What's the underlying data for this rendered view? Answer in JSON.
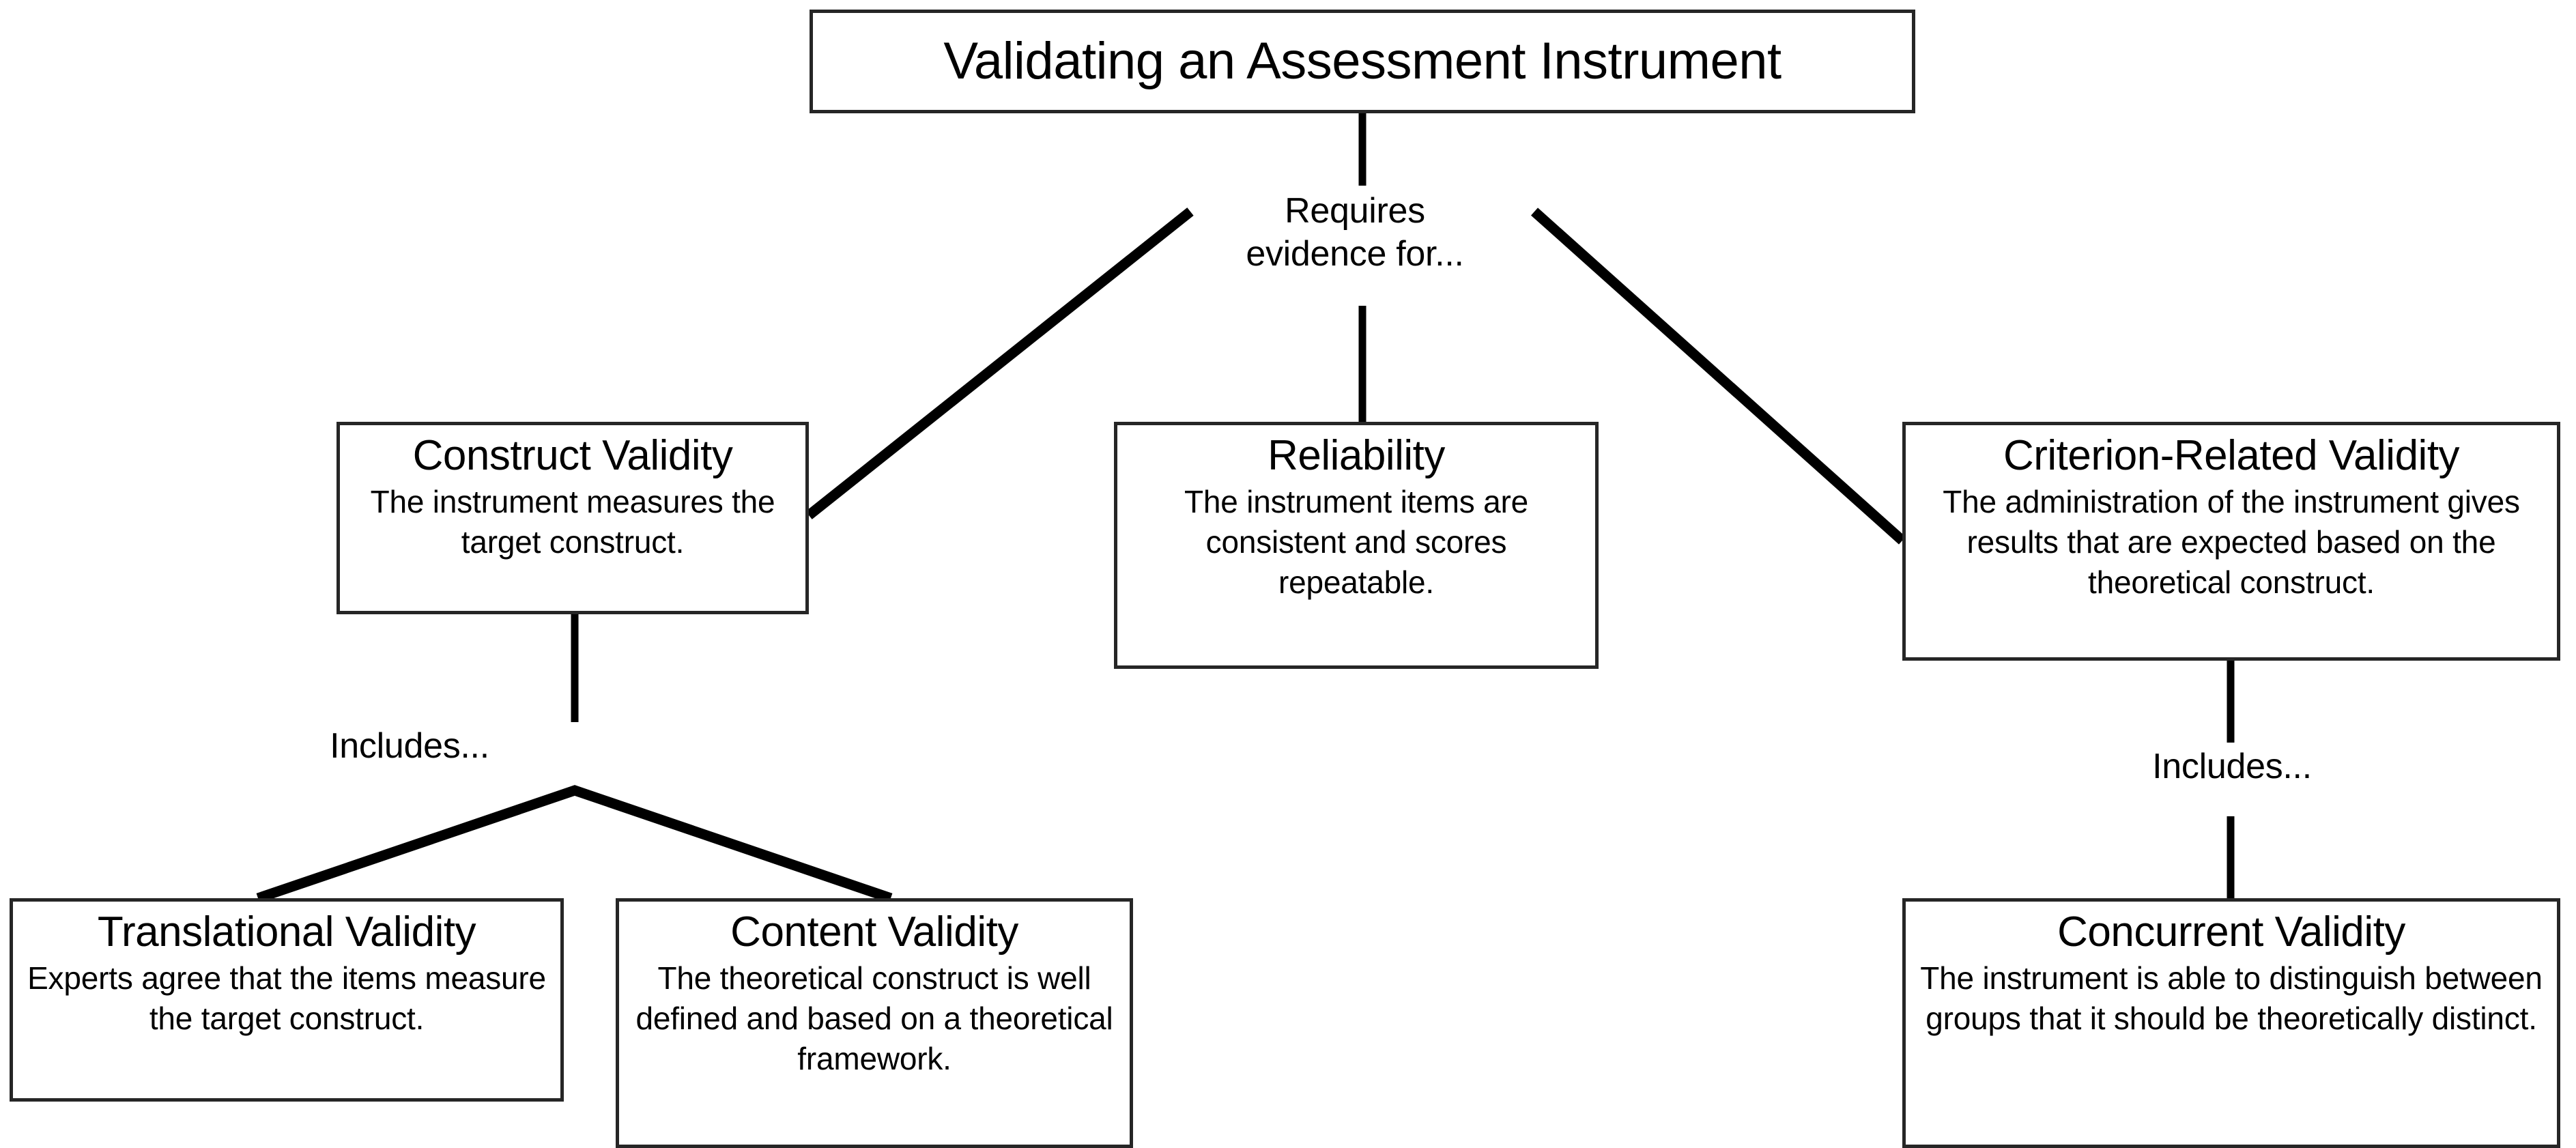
{
  "diagram": {
    "title": "Validating an Assessment Instrument",
    "background_color": "#ffffff",
    "line_color": "#000000",
    "box_border_color": "#262626",
    "text_color": "#000000"
  },
  "nodes": {
    "root": {
      "title": "Validating an Assessment Instrument"
    },
    "construct": {
      "title": "Construct Validity",
      "description": "The instrument measures\nthe target construct."
    },
    "reliability": {
      "title": "Reliability",
      "description": "The instrument items are\nconsistent and scores\nrepeatable."
    },
    "criterion": {
      "title": "Criterion-Related Validity",
      "description": "The administration of the instrument\ngives results that are expected based\non the theoretical construct."
    },
    "translational": {
      "title": "Translational Validity",
      "description": "Experts agree that the items\nmeasure the target construct."
    },
    "content": {
      "title": "Content Validity",
      "description": "The theoretical construct is\nwell defined and based on\na theoretical framework."
    },
    "concurrent": {
      "title": "Concurrent Validity",
      "description": "The instrument is able to distinguish\nbetween groups that it should be\ntheoretically distinct."
    }
  },
  "edge_labels": {
    "requires": "Requires\nevidence for...",
    "includes_left": "Includes...",
    "includes_right": "Includes..."
  }
}
